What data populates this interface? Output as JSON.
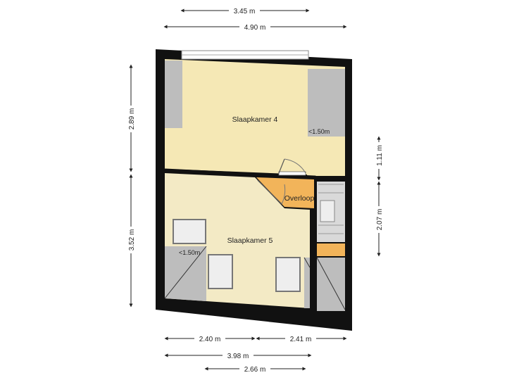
{
  "rooms": {
    "slaapkamer4": "Slaapkamer 4",
    "slaapkamer5": "Slaapkamer 5",
    "overloop": "Overloop"
  },
  "notes": {
    "height_note_1": "<1.50m",
    "height_note_2": "<1.50m"
  },
  "dimensions": {
    "top_inner": "3.45 m",
    "top_outer": "4.90 m",
    "left_upper": "2.89 m",
    "left_lower": "3.52 m",
    "right_upper": "1.11 m",
    "right_lower": "2.07 m",
    "bottom_left": "2.40 m",
    "bottom_right": "2.41 m",
    "bottom_total": "3.98 m",
    "bottom_inner": "2.66 m"
  },
  "colors": {
    "wall": "#111111",
    "bedroom_fill": "#f5e8b5",
    "bedroom5_fill": "#f3eac5",
    "landing_fill": "#f2b45a",
    "low_ceiling": "#bdbdbd",
    "stair": "#d9d9d9"
  }
}
